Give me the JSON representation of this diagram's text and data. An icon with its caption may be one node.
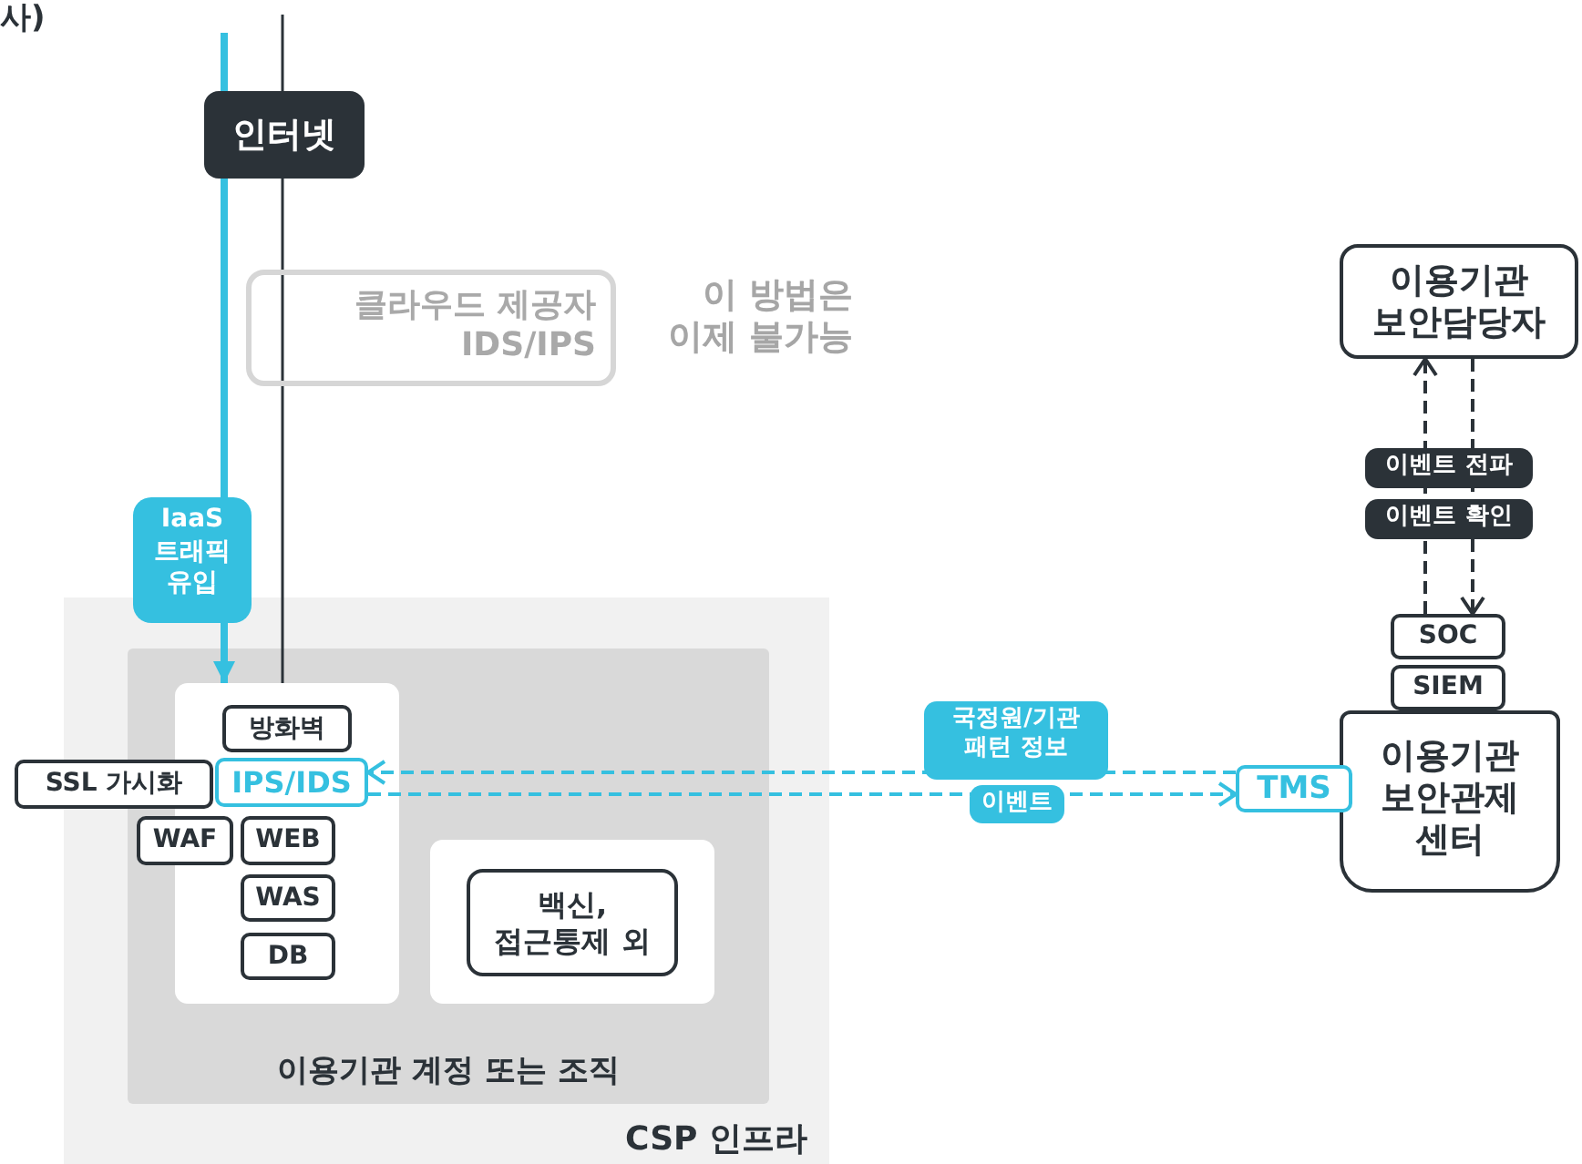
{
  "diagram": {
    "nodes": [
      {
        "text": [
          "인터넷"
        ]
      },
      {
        "text": [
          "클라우드 제공자 IDS/IPS"
        ],
        "beside": [
          "이 방법은 이제 불가능"
        ]
      },
      {
        "text": [
          "이용기관 보안담당자"
        ]
      },
      {
        "text": [
          "CSP 인프라"
        ]
      },
      {
        "text": [
          "이용기관 계정 또는 조직"
        ],
        "in": 3
      },
      {
        "text": [],
        "shape": "box",
        "in": 4
      },
      {
        "text": [
          "방화벽"
        ],
        "in": 5
      },
      {
        "text": [
          "SSL 가시화"
        ]
      },
      {
        "text": [
          "IPS/IDS"
        ],
        "in": 5
      },
      {
        "text": [
          "WAF"
        ],
        "in": 4
      },
      {
        "text": [
          "WEB"
        ],
        "in": 5
      },
      {
        "text": [
          "WAS"
        ],
        "in": 5
      },
      {
        "text": [
          "DB"
        ],
        "in": 5
      },
      {
        "text": [],
        "shape": "box",
        "in": 4
      },
      {
        "text": [
          "백신, 접근통제 외"
        ],
        "in": 13
      },
      {
        "text": [
          "SOC"
        ]
      },
      {
        "text": [
          "SIEM"
        ]
      },
      {
        "text": [
          "이용기관 보안관제 센터"
        ]
      },
      {
        "text": [
          "TMS"
        ]
      }
    ],
    "edges": [
      {
        "from": null,
        "to": 5,
        "arrow": "to",
        "label": "IaaS 트래픽 유입",
        "style": "thick",
        "color": "#35c0e0"
      },
      {
        "from": null,
        "to": 5,
        "arrow": "none",
        "color": "#2b3238"
      },
      {
        "from": 18,
        "to": 8,
        "arrow": "to",
        "label": "국정원/기관 패턴 정보",
        "style": "dashed",
        "color": "#35c0e0"
      },
      {
        "from": 8,
        "to": 18,
        "arrow": "to",
        "label": "이벤트",
        "style": "dashed",
        "color": "#35c0e0"
      },
      {
        "from": 15,
        "to": 2,
        "arrow": "to",
        "label": "이벤트 전파",
        "style": "dashed",
        "color": "#2b3238"
      },
      {
        "from": 2,
        "to": 15,
        "arrow": "to",
        "label": "이벤트 확인",
        "style": "dashed",
        "color": "#2b3238"
      }
    ],
    "labels": [
      "사)"
    ]
  }
}
